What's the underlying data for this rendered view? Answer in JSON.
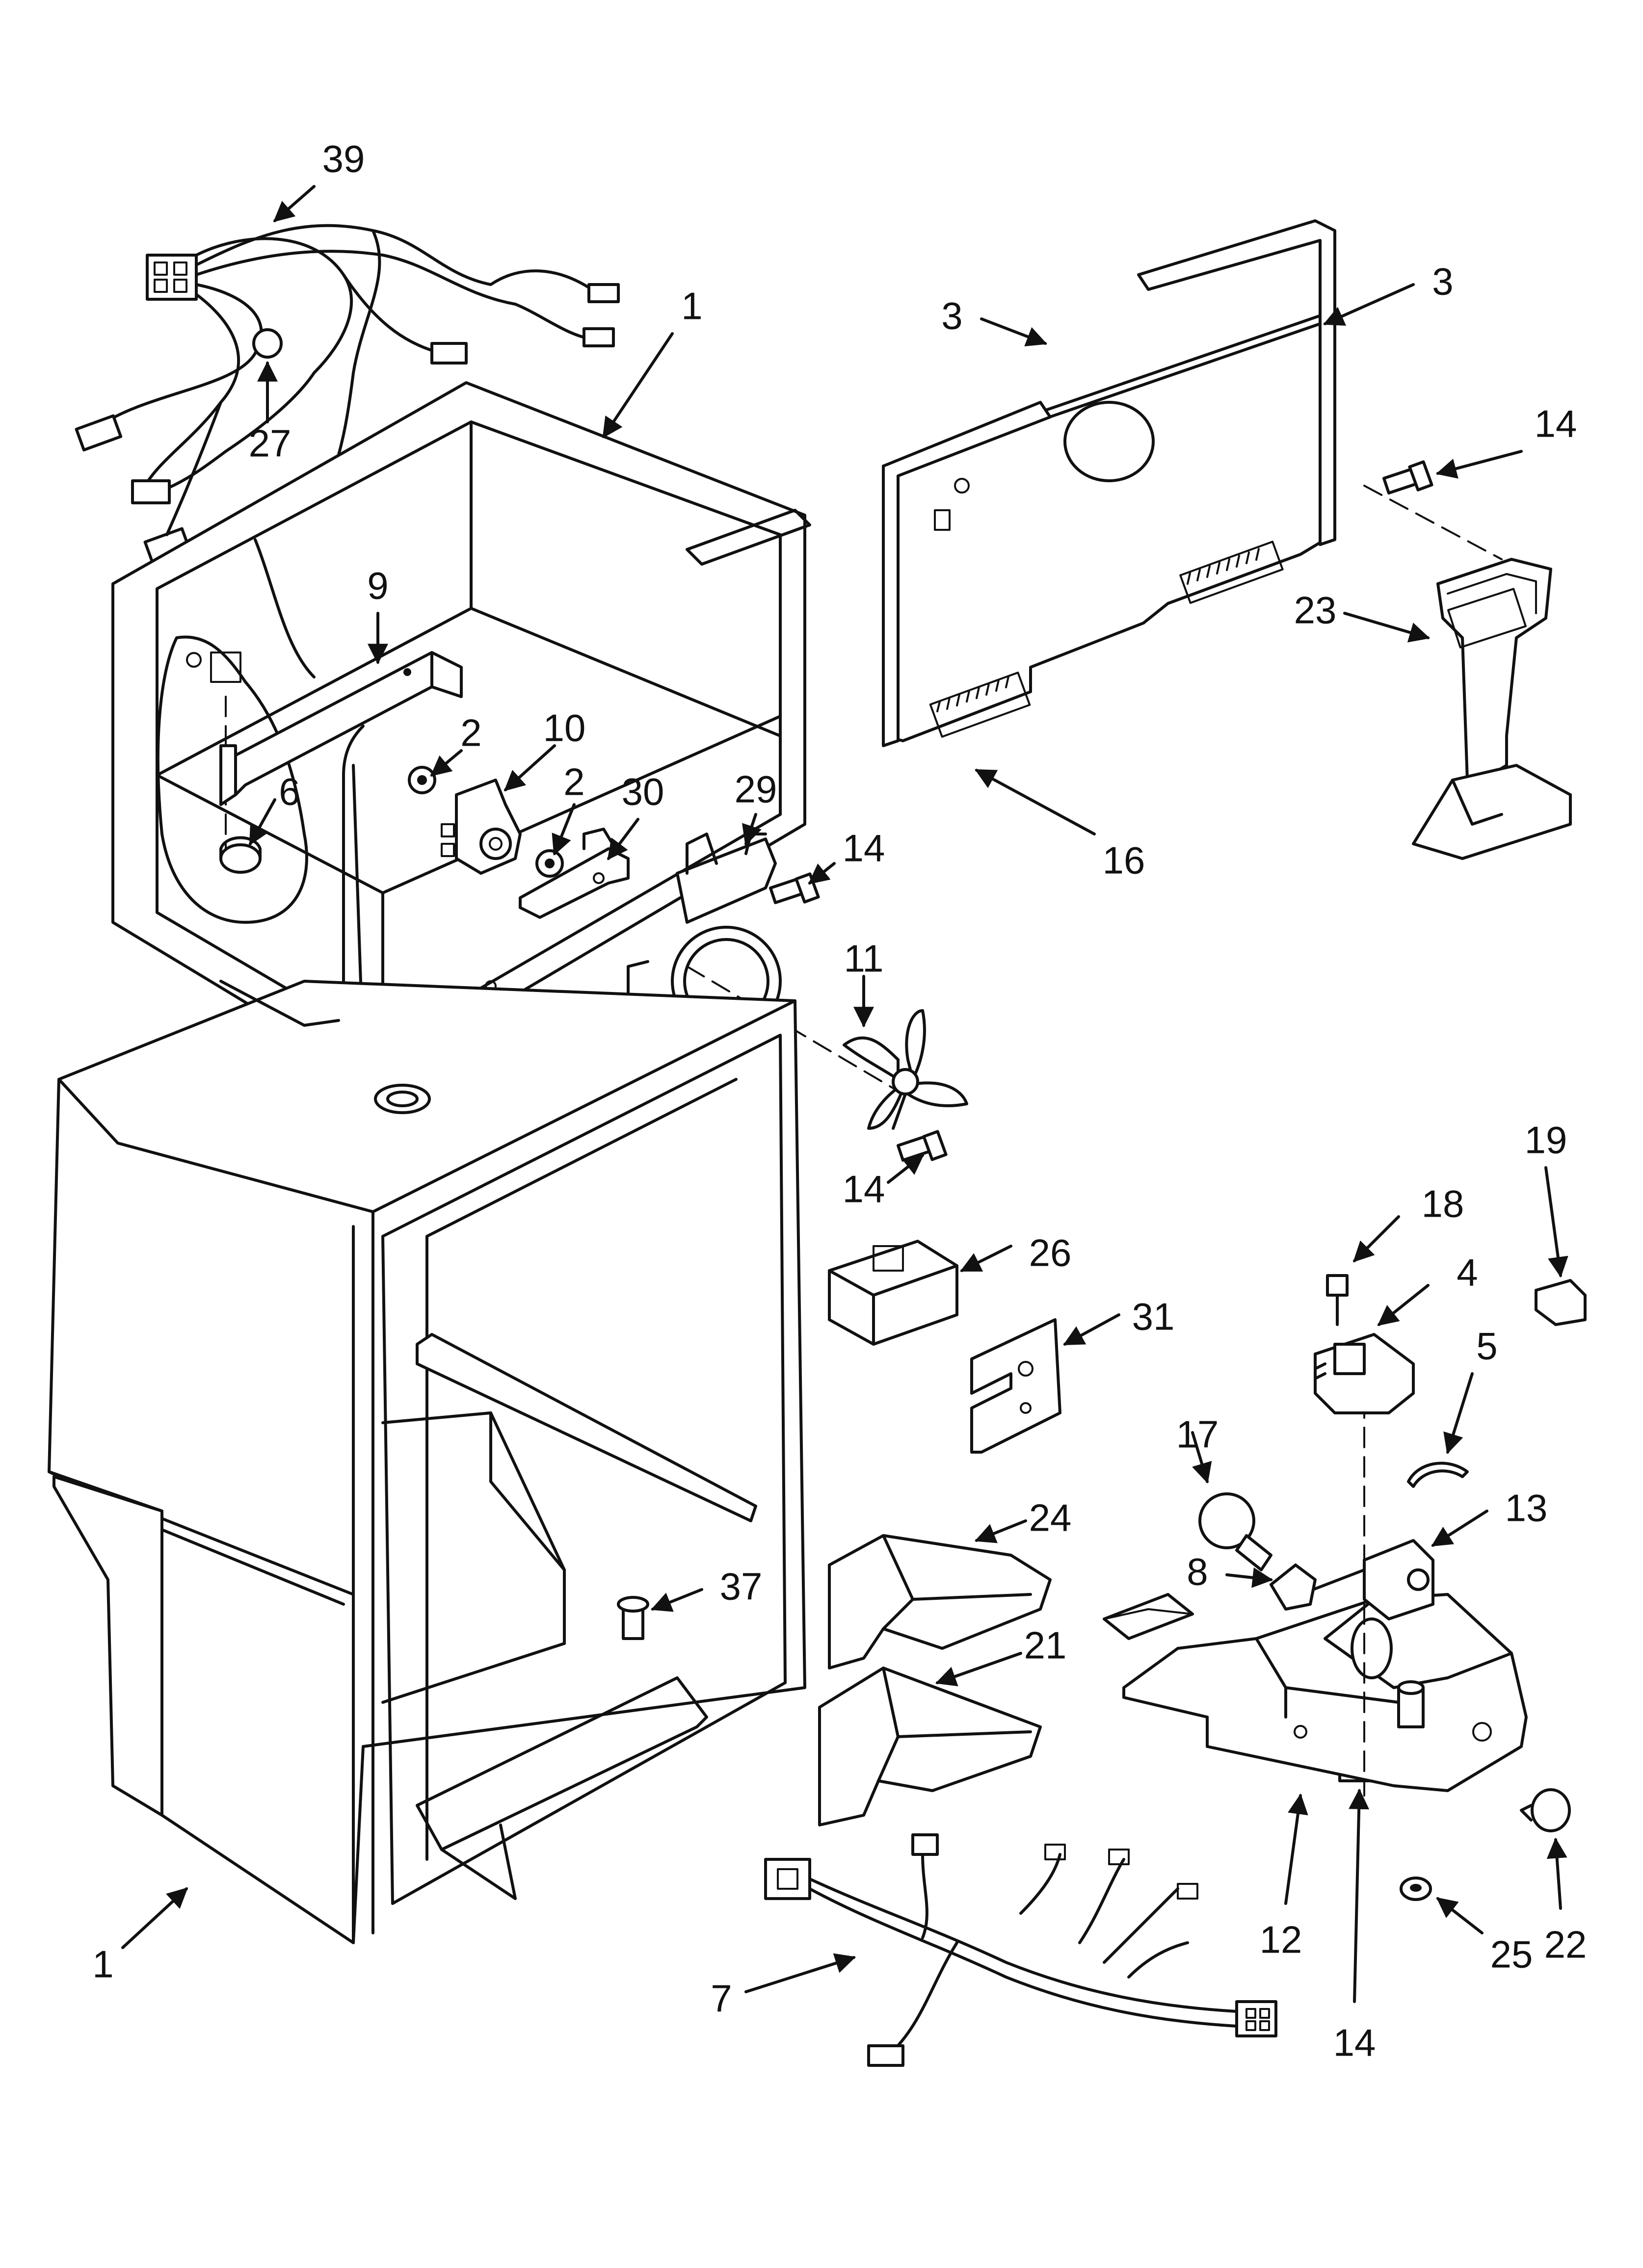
{
  "callouts": [
    {
      "id": "c39",
      "label": "39"
    },
    {
      "id": "c27",
      "label": "27"
    },
    {
      "id": "c1a",
      "label": "1"
    },
    {
      "id": "c3a",
      "label": "3"
    },
    {
      "id": "c3b",
      "label": "3"
    },
    {
      "id": "c14a",
      "label": "14"
    },
    {
      "id": "c9",
      "label": "9"
    },
    {
      "id": "c23",
      "label": "23"
    },
    {
      "id": "c2a",
      "label": "2"
    },
    {
      "id": "c10",
      "label": "10"
    },
    {
      "id": "c2b",
      "label": "2"
    },
    {
      "id": "c30",
      "label": "30"
    },
    {
      "id": "c29",
      "label": "29"
    },
    {
      "id": "c6",
      "label": "6"
    },
    {
      "id": "c16",
      "label": "16"
    },
    {
      "id": "c14b",
      "label": "14"
    },
    {
      "id": "c11",
      "label": "11"
    },
    {
      "id": "c14c",
      "label": "14"
    },
    {
      "id": "c19",
      "label": "19"
    },
    {
      "id": "c18",
      "label": "18"
    },
    {
      "id": "c26",
      "label": "26"
    },
    {
      "id": "c4",
      "label": "4"
    },
    {
      "id": "c31",
      "label": "31"
    },
    {
      "id": "c5",
      "label": "5"
    },
    {
      "id": "c17",
      "label": "17"
    },
    {
      "id": "c13",
      "label": "13"
    },
    {
      "id": "c24",
      "label": "24"
    },
    {
      "id": "c8",
      "label": "8"
    },
    {
      "id": "c37",
      "label": "37"
    },
    {
      "id": "c21",
      "label": "21"
    },
    {
      "id": "c12",
      "label": "12"
    },
    {
      "id": "c22",
      "label": "22"
    },
    {
      "id": "c1b",
      "label": "1"
    },
    {
      "id": "c7",
      "label": "7"
    },
    {
      "id": "c25",
      "label": "25"
    },
    {
      "id": "c14d",
      "label": "14"
    }
  ]
}
